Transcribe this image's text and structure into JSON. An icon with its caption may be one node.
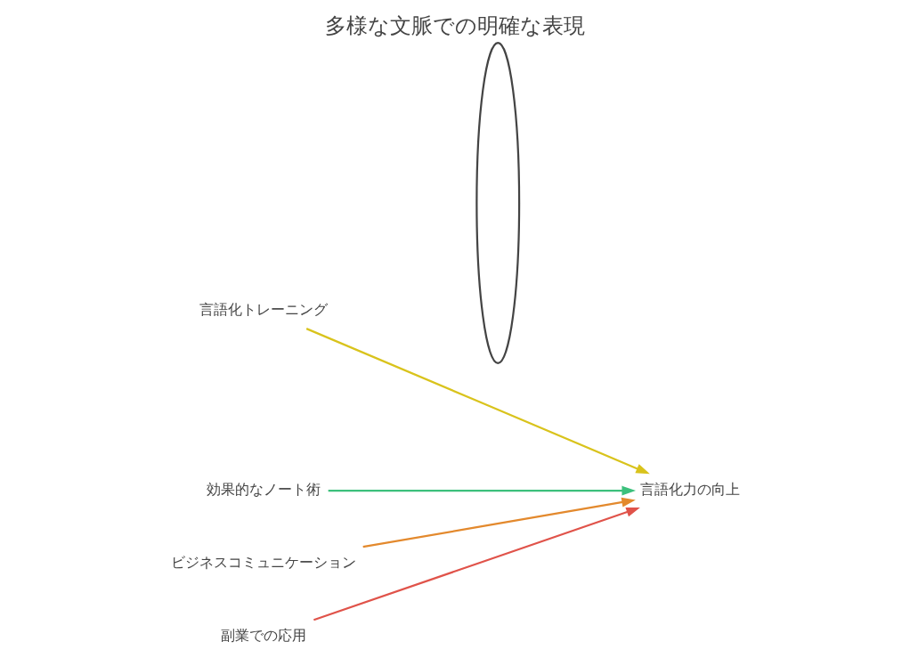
{
  "diagram": {
    "title": "多様な文脈での明確な表現",
    "nodes": [
      {
        "text": [
          "言語化トレーニング"
        ]
      },
      {
        "text": [
          "効果的なノート術"
        ]
      },
      {
        "text": [
          "ビジネスコミュニケーション"
        ]
      },
      {
        "text": [
          "副業での応用"
        ]
      },
      {
        "text": [],
        "shape": "ellipse"
      },
      {
        "text": [
          "言語化力の向上"
        ]
      }
    ],
    "edges": [
      {
        "from": 0,
        "to": 5,
        "arrow": "to",
        "color": "#d9c31c"
      },
      {
        "from": 1,
        "to": 5,
        "arrow": "to",
        "color": "#3cc07c"
      },
      {
        "from": 2,
        "to": 5,
        "arrow": "to",
        "color": "#e3892d"
      },
      {
        "from": 3,
        "to": 5,
        "arrow": "to",
        "color": "#e0534a"
      }
    ]
  }
}
